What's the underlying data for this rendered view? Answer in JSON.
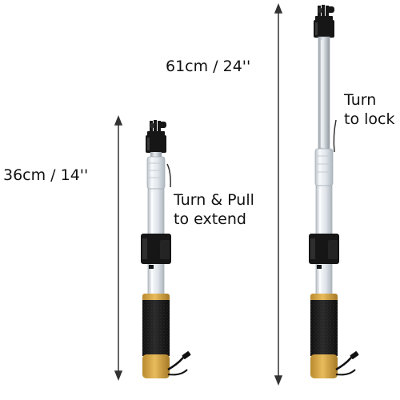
{
  "image": {
    "background": "#ffffff",
    "subjects": [
      "short-pole",
      "extended-pole"
    ]
  },
  "labels": {
    "short_dimension": "36cm / 14''",
    "long_dimension": "61cm / 24''",
    "pull_line1": "Turn & Pull",
    "pull_line2": "to extend",
    "lock_line1": "Turn",
    "lock_line2": "to lock"
  },
  "colors": {
    "grip_black": "#1b1b1b",
    "end_cap_yellow": "#d9a441",
    "tube_clear": "#e9eef2",
    "mount_black": "#161616",
    "arrow_gray": "#333333"
  },
  "icons": {
    "mount": "gopro-mount-icon",
    "clip": "clip-bracket-icon",
    "strap": "wrist-strap-icon"
  }
}
